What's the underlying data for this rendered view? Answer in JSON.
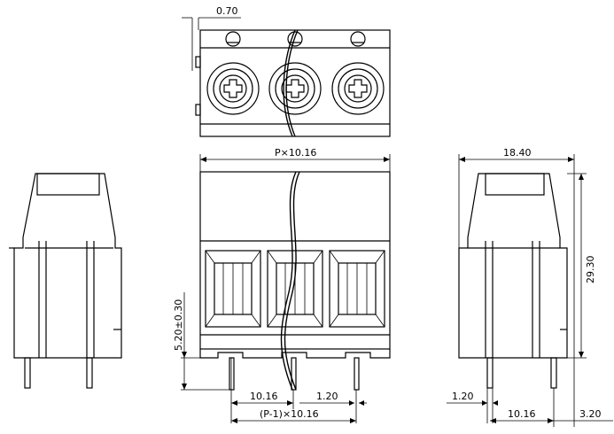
{
  "dimensions": {
    "top_offset": "0.70",
    "pitch_label": "P×10.16",
    "width_label": "18.40",
    "height_label": "29.30",
    "pin_height_label": "5.20±0.30",
    "pin_pitch_front": "10.16",
    "pin_width_front": "1.20",
    "total_pitch_label": "(P-1)×10.16",
    "pin_width_side": "1.20",
    "pin_pitch_side": "10.16",
    "pin_offset_side": "3.20"
  },
  "colors": {
    "line": "#000000",
    "background": "#ffffff"
  }
}
